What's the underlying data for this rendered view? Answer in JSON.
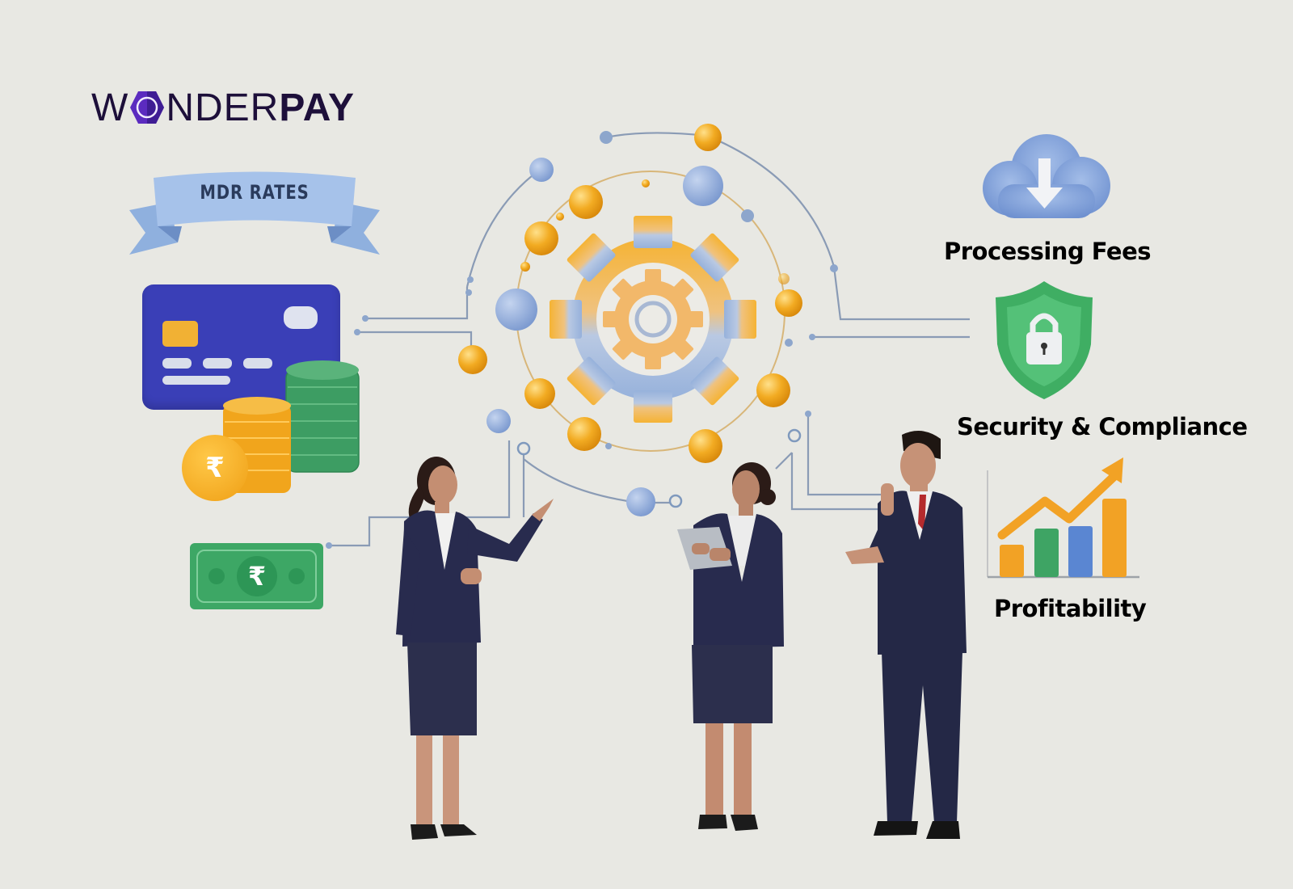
{
  "brand": {
    "logo_thin": "W",
    "logo_thin_rest": "NDER",
    "logo_bold": "PAY",
    "colors": {
      "logo_dark": "#1d0f3a",
      "logo_purple": "#5b2bbf"
    }
  },
  "ribbon": {
    "label": "MDR RATES",
    "color": "#9fbde4"
  },
  "icons": {
    "left": [
      "credit-card-icon",
      "coin-stack-icon",
      "rupee-coin-icon",
      "rupee-banknote-icon"
    ],
    "center": "gear-icon",
    "right": [
      "cloud-download-icon",
      "shield-lock-icon",
      "growth-chart-icon"
    ]
  },
  "features": [
    {
      "id": "fees",
      "label": "Processing Fees",
      "icon": "cloud-download-icon"
    },
    {
      "id": "security",
      "label": "Security & Compliance",
      "icon": "shield-lock-icon"
    },
    {
      "id": "profit",
      "label": "Profitability",
      "icon": "growth-chart-icon"
    }
  ],
  "currency_symbol": "₹",
  "people": [
    {
      "role": "presenter",
      "pose": "pointing"
    },
    {
      "role": "colleague",
      "pose": "holding-tablet"
    },
    {
      "role": "colleague",
      "pose": "thinking"
    }
  ],
  "colors": {
    "background": "#e8e8e3",
    "card_blue": "#3b3fb5",
    "coin_gold": "#f2a81e",
    "coin_green": "#3f9f63",
    "gear_orange": "#f3b23a",
    "gear_blue": "#9bb5dc",
    "shield_green": "#3fae63",
    "cloud_blue": "#7e9fd8",
    "line_grey": "#8a9bb5",
    "suit_navy": "#262a4a"
  }
}
